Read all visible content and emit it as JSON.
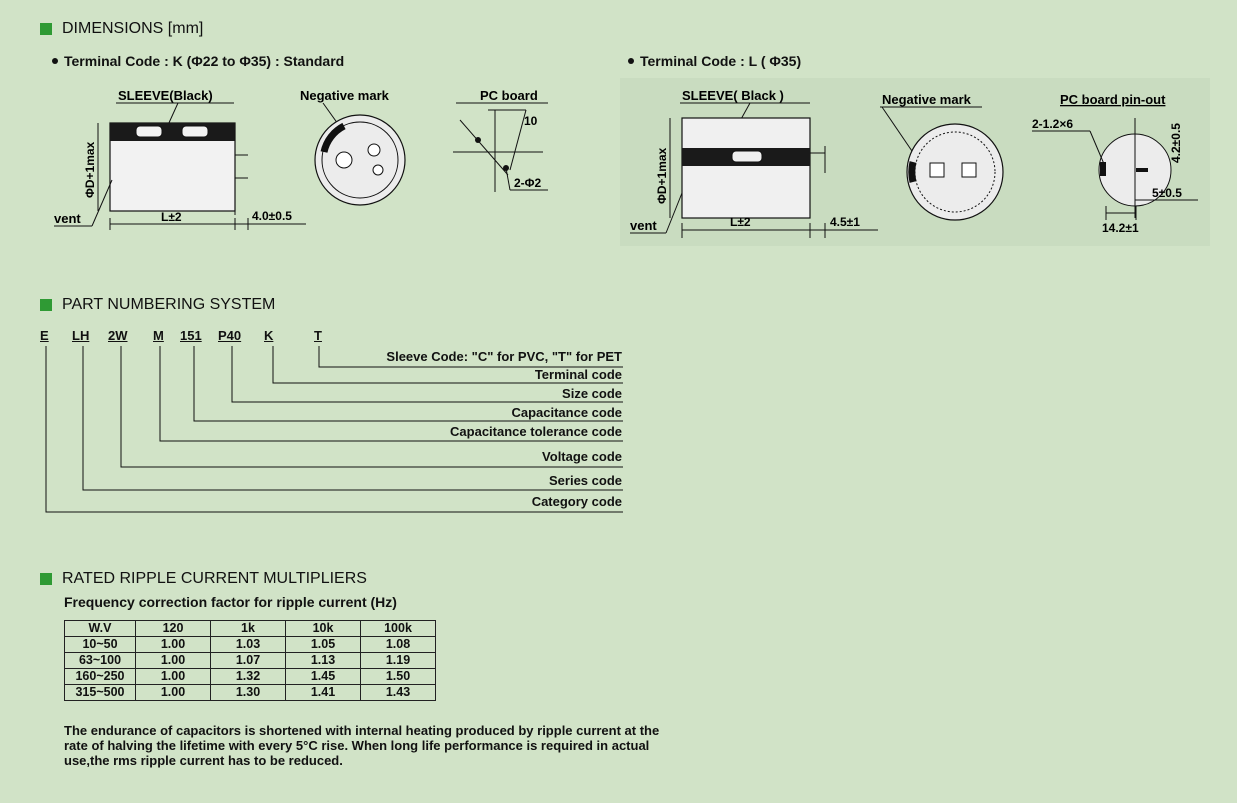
{
  "sections": {
    "dimensions": "DIMENSIONS [mm]",
    "part_numbering": "PART NUMBERING SYSTEM",
    "ripple": "RATED RIPPLE CURRENT MULTIPLIERS"
  },
  "dimensions": {
    "k": {
      "title": "Terminal Code : K (Φ22 to Φ35) : Standard",
      "sleeve": "SLEEVE(Black)",
      "negative_mark": "Negative mark",
      "pc_board": "PC board",
      "diameter": "ΦD+1max",
      "vent": "vent",
      "length": "L±2",
      "lead": "4.0±0.5",
      "pitch": "10",
      "holes": "2-Φ2"
    },
    "l": {
      "title": "Terminal Code : L ( Φ35)",
      "sleeve": "SLEEVE( Black )",
      "negative_mark": "Negative mark",
      "pc_board": "PC board pin-out",
      "diameter": "ΦD+1max",
      "vent": "vent",
      "length": "L±2",
      "lead": "4.5±1",
      "holes": "2-1.2×6",
      "dim_a": "4.2±0.5",
      "dim_b": "5±0.5",
      "dim_c": "14.2±1"
    }
  },
  "part_numbering": {
    "codes": [
      "E",
      "LH",
      "2W",
      "M",
      "151",
      "P40",
      "K",
      "T"
    ],
    "labels": [
      "Sleeve Code: \"C\" for PVC, \"T\" for PET",
      "Terminal code",
      "Size code",
      "Capacitance code",
      "Capacitance tolerance code",
      "Voltage code",
      "Series code",
      "Category code"
    ]
  },
  "ripple": {
    "subtitle": "Frequency correction factor for ripple current (Hz)",
    "headers": [
      "W.V",
      "120",
      "1k",
      "10k",
      "100k"
    ],
    "rows": [
      [
        "10~50",
        "1.00",
        "1.03",
        "1.05",
        "1.08"
      ],
      [
        "63~100",
        "1.00",
        "1.07",
        "1.13",
        "1.19"
      ],
      [
        "160~250",
        "1.00",
        "1.32",
        "1.45",
        "1.50"
      ],
      [
        "315~500",
        "1.00",
        "1.30",
        "1.41",
        "1.43"
      ]
    ],
    "note": "The endurance of capacitors is shortened with internal heating produced by ripple current at the rate of halving the lifetime with every 5°C rise. When long life performance is required in actual use,the rms ripple current has to be reduced."
  }
}
